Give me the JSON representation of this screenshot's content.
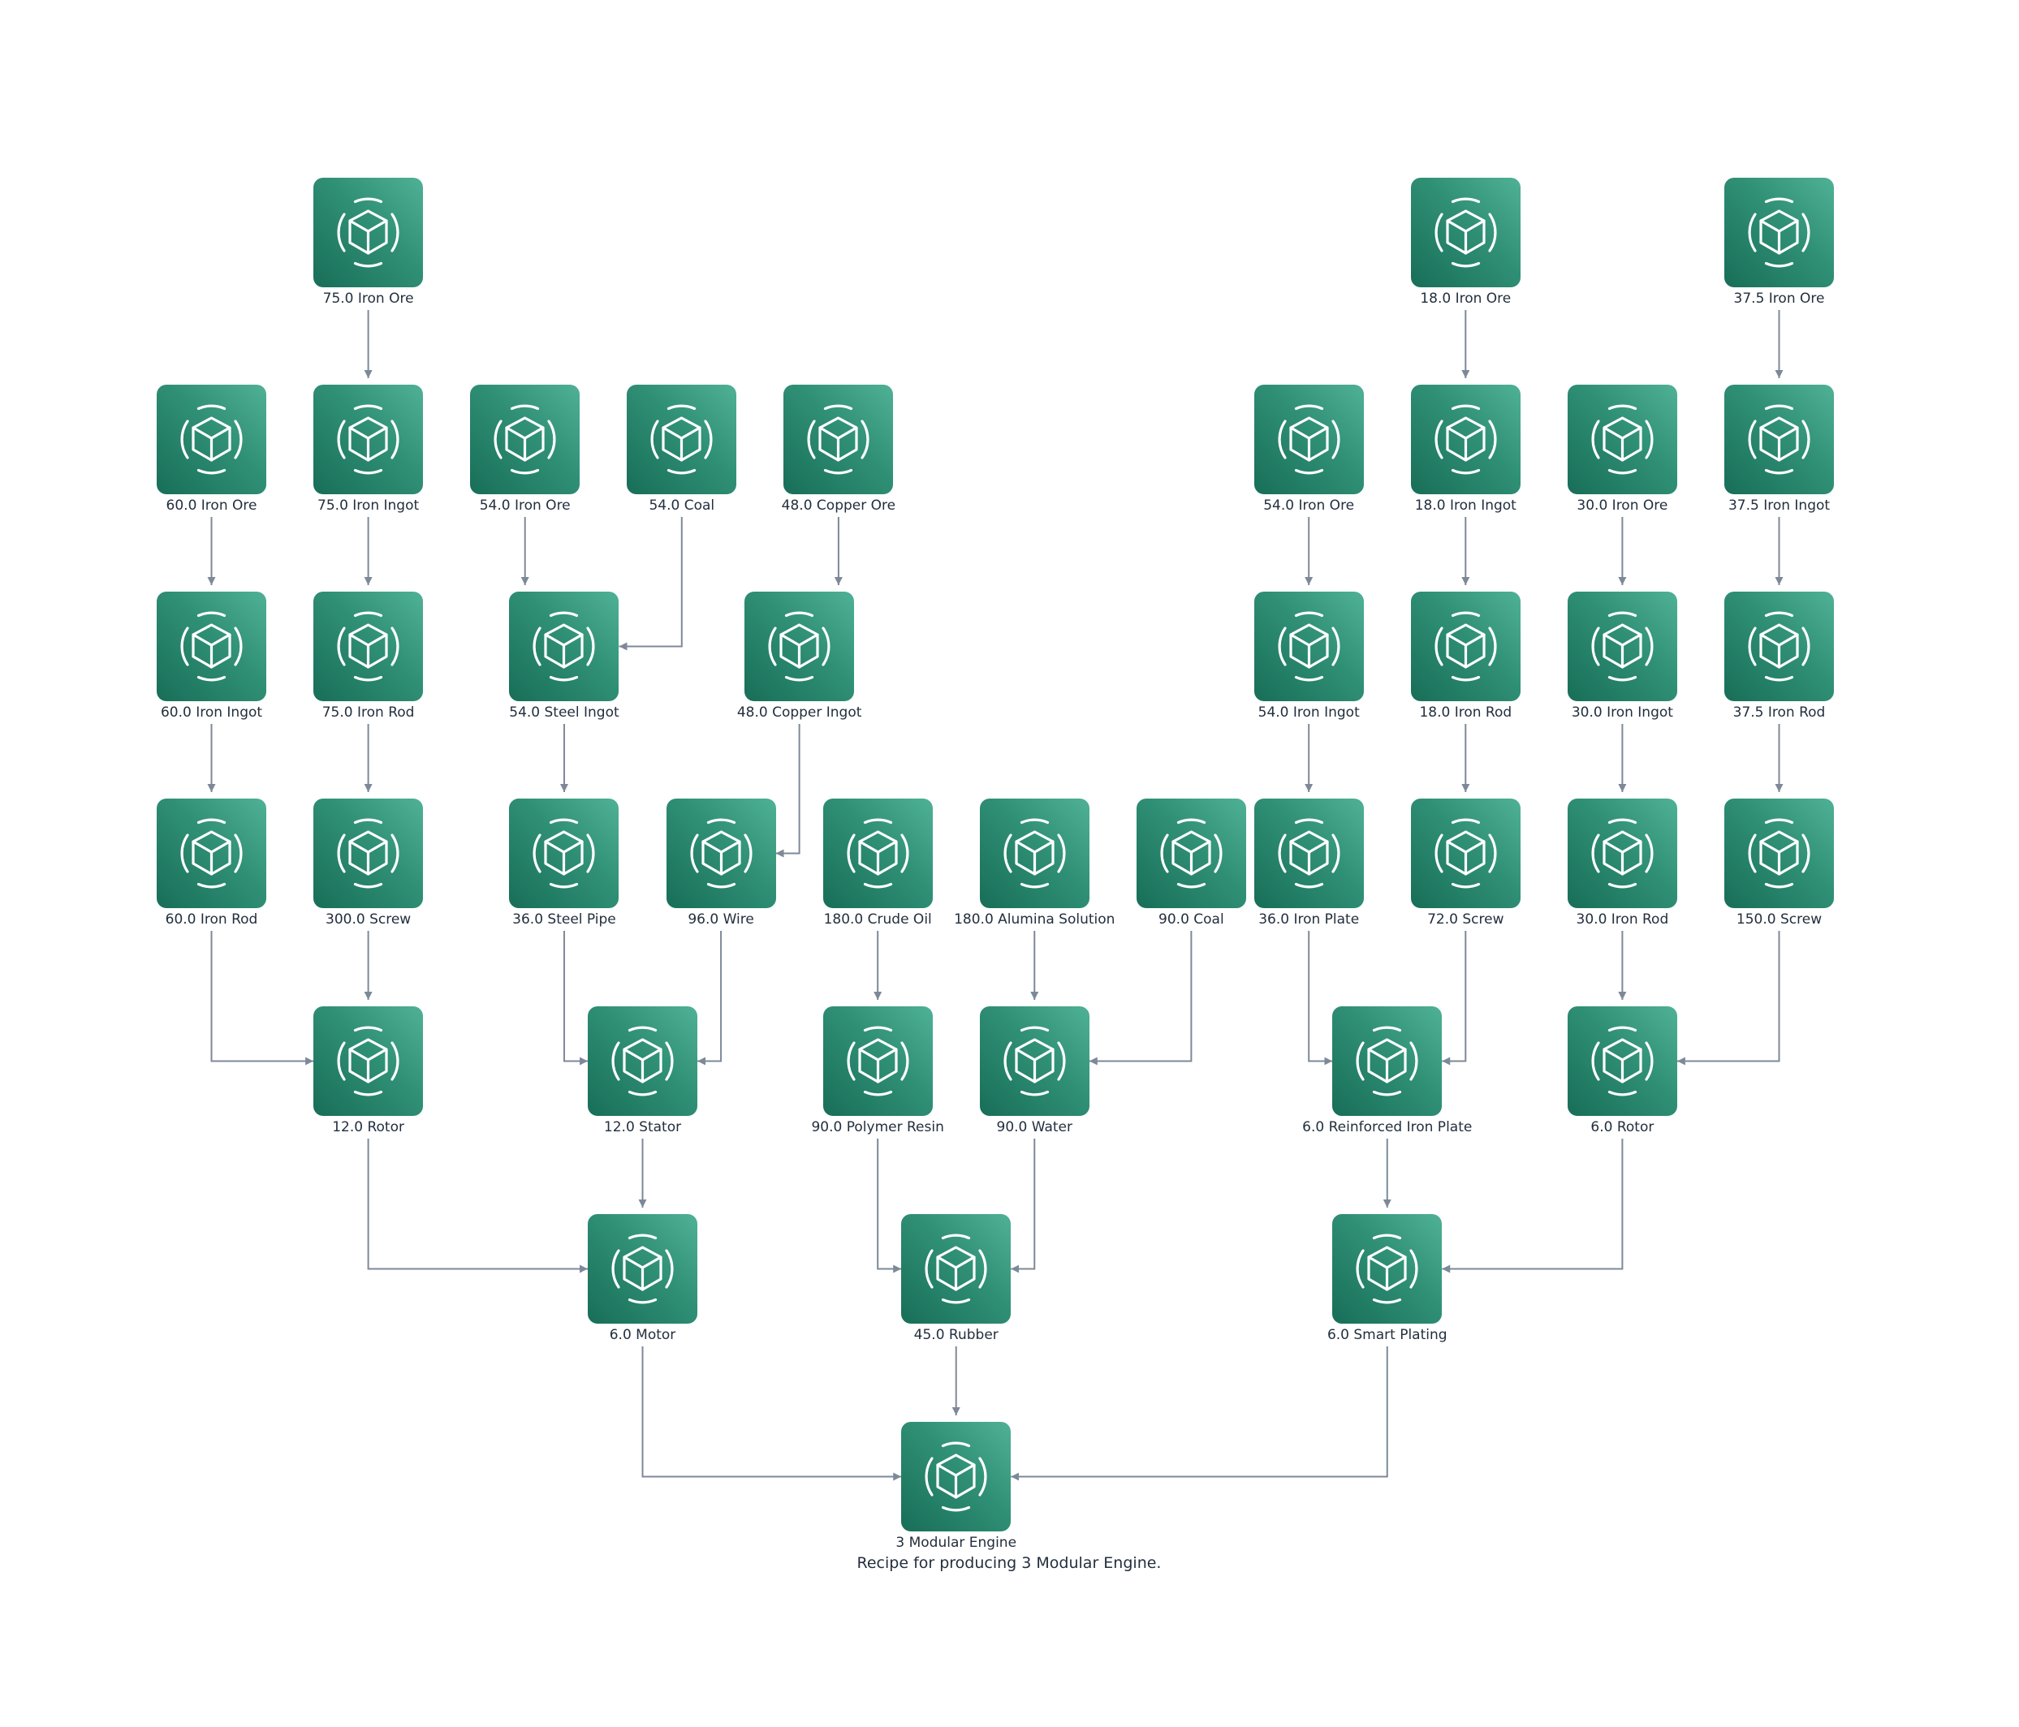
{
  "diagram": {
    "caption": "Recipe for producing 3 Modular Engine.",
    "node_icon": "resource-cube-icon",
    "colors": {
      "node_gradient_light": "#4fb195",
      "node_gradient_dark": "#186e58",
      "edge": "#7d8998",
      "text": "#232f3e"
    },
    "nodes": [
      {
        "id": "iron-ore-75",
        "label": "75.0 Iron Ore"
      },
      {
        "id": "iron-ore-18",
        "label": "18.0 Iron Ore"
      },
      {
        "id": "iron-ore-37-5",
        "label": "37.5 Iron Ore"
      },
      {
        "id": "iron-ore-60",
        "label": "60.0 Iron Ore"
      },
      {
        "id": "iron-ingot-75",
        "label": "75.0 Iron Ingot"
      },
      {
        "id": "iron-ore-54-a",
        "label": "54.0 Iron Ore"
      },
      {
        "id": "coal-54",
        "label": "54.0 Coal"
      },
      {
        "id": "copper-ore-48",
        "label": "48.0 Copper Ore"
      },
      {
        "id": "iron-ore-54-b",
        "label": "54.0 Iron Ore"
      },
      {
        "id": "iron-ingot-18",
        "label": "18.0 Iron Ingot"
      },
      {
        "id": "iron-ore-30",
        "label": "30.0 Iron Ore"
      },
      {
        "id": "iron-ingot-37-5",
        "label": "37.5 Iron Ingot"
      },
      {
        "id": "iron-ingot-60",
        "label": "60.0 Iron Ingot"
      },
      {
        "id": "iron-rod-75",
        "label": "75.0 Iron Rod"
      },
      {
        "id": "steel-ingot-54",
        "label": "54.0 Steel Ingot"
      },
      {
        "id": "copper-ingot-48",
        "label": "48.0 Copper Ingot"
      },
      {
        "id": "iron-ingot-54",
        "label": "54.0 Iron Ingot"
      },
      {
        "id": "iron-rod-18",
        "label": "18.0 Iron Rod"
      },
      {
        "id": "iron-ingot-30",
        "label": "30.0 Iron Ingot"
      },
      {
        "id": "iron-rod-37-5",
        "label": "37.5 Iron Rod"
      },
      {
        "id": "iron-rod-60",
        "label": "60.0 Iron Rod"
      },
      {
        "id": "screw-300",
        "label": "300.0 Screw"
      },
      {
        "id": "steel-pipe-36",
        "label": "36.0 Steel Pipe"
      },
      {
        "id": "wire-96",
        "label": "96.0 Wire"
      },
      {
        "id": "crude-oil-180",
        "label": "180.0 Crude Oil"
      },
      {
        "id": "alumina-solution-180",
        "label": "180.0 Alumina Solution"
      },
      {
        "id": "coal-90",
        "label": "90.0 Coal"
      },
      {
        "id": "iron-plate-36",
        "label": "36.0 Iron Plate"
      },
      {
        "id": "screw-72",
        "label": "72.0 Screw"
      },
      {
        "id": "iron-rod-30",
        "label": "30.0 Iron Rod"
      },
      {
        "id": "screw-150",
        "label": "150.0 Screw"
      },
      {
        "id": "rotor-12",
        "label": "12.0 Rotor"
      },
      {
        "id": "stator-12",
        "label": "12.0 Stator"
      },
      {
        "id": "polymer-resin-90",
        "label": "90.0 Polymer Resin"
      },
      {
        "id": "water-90",
        "label": "90.0 Water"
      },
      {
        "id": "reinforced-iron-plate-6",
        "label": "6.0 Reinforced Iron Plate"
      },
      {
        "id": "rotor-6",
        "label": "6.0 Rotor"
      },
      {
        "id": "motor-6",
        "label": "6.0 Motor"
      },
      {
        "id": "rubber-45",
        "label": "45.0 Rubber"
      },
      {
        "id": "smart-plating-6",
        "label": "6.0 Smart Plating"
      },
      {
        "id": "modular-engine-3",
        "label": "3 Modular Engine"
      }
    ],
    "edges": [
      [
        "iron-ore-75",
        "iron-ingot-75"
      ],
      [
        "iron-ore-18",
        "iron-ingot-18"
      ],
      [
        "iron-ore-37-5",
        "iron-ingot-37-5"
      ],
      [
        "iron-ore-60",
        "iron-ingot-60"
      ],
      [
        "iron-ingot-75",
        "iron-rod-75"
      ],
      [
        "iron-ore-54-a",
        "steel-ingot-54"
      ],
      [
        "coal-54",
        "steel-ingot-54"
      ],
      [
        "copper-ore-48",
        "copper-ingot-48"
      ],
      [
        "iron-ore-54-b",
        "iron-ingot-54"
      ],
      [
        "iron-ingot-18",
        "iron-rod-18"
      ],
      [
        "iron-ore-30",
        "iron-ingot-30"
      ],
      [
        "iron-ingot-37-5",
        "iron-rod-37-5"
      ],
      [
        "iron-ingot-60",
        "iron-rod-60"
      ],
      [
        "iron-rod-75",
        "screw-300"
      ],
      [
        "steel-ingot-54",
        "steel-pipe-36"
      ],
      [
        "copper-ingot-48",
        "wire-96"
      ],
      [
        "iron-ingot-54",
        "iron-plate-36"
      ],
      [
        "iron-rod-18",
        "screw-72"
      ],
      [
        "iron-ingot-30",
        "iron-rod-30"
      ],
      [
        "iron-rod-37-5",
        "screw-150"
      ],
      [
        "iron-rod-60",
        "rotor-12"
      ],
      [
        "screw-300",
        "rotor-12"
      ],
      [
        "steel-pipe-36",
        "stator-12"
      ],
      [
        "wire-96",
        "stator-12"
      ],
      [
        "crude-oil-180",
        "polymer-resin-90"
      ],
      [
        "alumina-solution-180",
        "water-90"
      ],
      [
        "coal-90",
        "water-90"
      ],
      [
        "iron-plate-36",
        "reinforced-iron-plate-6"
      ],
      [
        "screw-72",
        "reinforced-iron-plate-6"
      ],
      [
        "iron-rod-30",
        "rotor-6"
      ],
      [
        "screw-150",
        "rotor-6"
      ],
      [
        "rotor-12",
        "motor-6"
      ],
      [
        "stator-12",
        "motor-6"
      ],
      [
        "polymer-resin-90",
        "rubber-45"
      ],
      [
        "water-90",
        "rubber-45"
      ],
      [
        "reinforced-iron-plate-6",
        "smart-plating-6"
      ],
      [
        "rotor-6",
        "smart-plating-6"
      ],
      [
        "motor-6",
        "modular-engine-3"
      ],
      [
        "rubber-45",
        "modular-engine-3"
      ],
      [
        "smart-plating-6",
        "modular-engine-3"
      ]
    ]
  }
}
